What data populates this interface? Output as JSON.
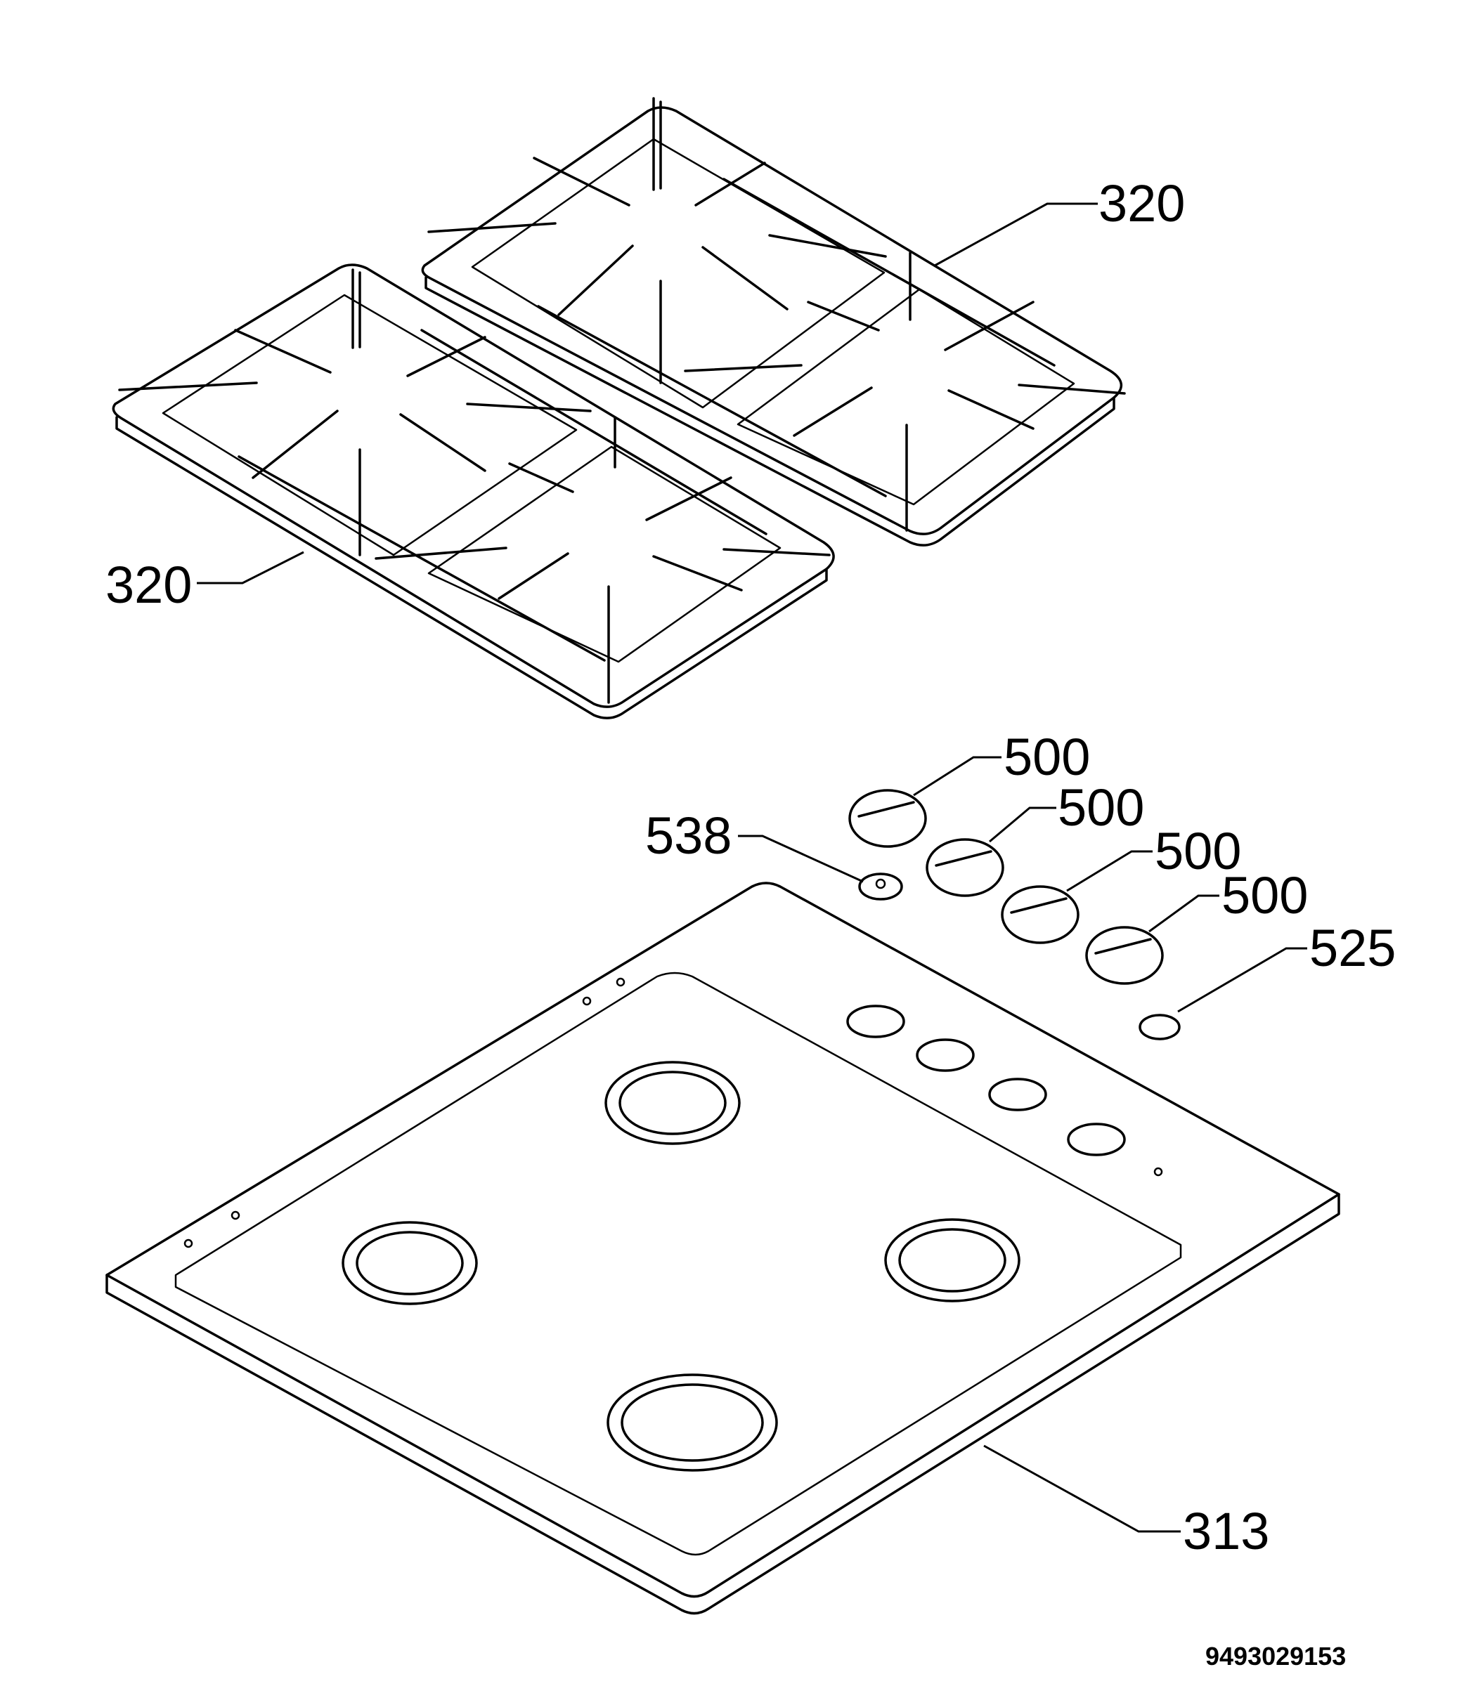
{
  "drawing": {
    "labels": {
      "grid_upper": "320",
      "grid_lower": "320",
      "knob_1": "500",
      "knob_2": "500",
      "knob_3": "500",
      "knob_4": "500",
      "spark_button": "538",
      "cap": "525",
      "hob_top": "313"
    },
    "document_number": "9493029153"
  }
}
